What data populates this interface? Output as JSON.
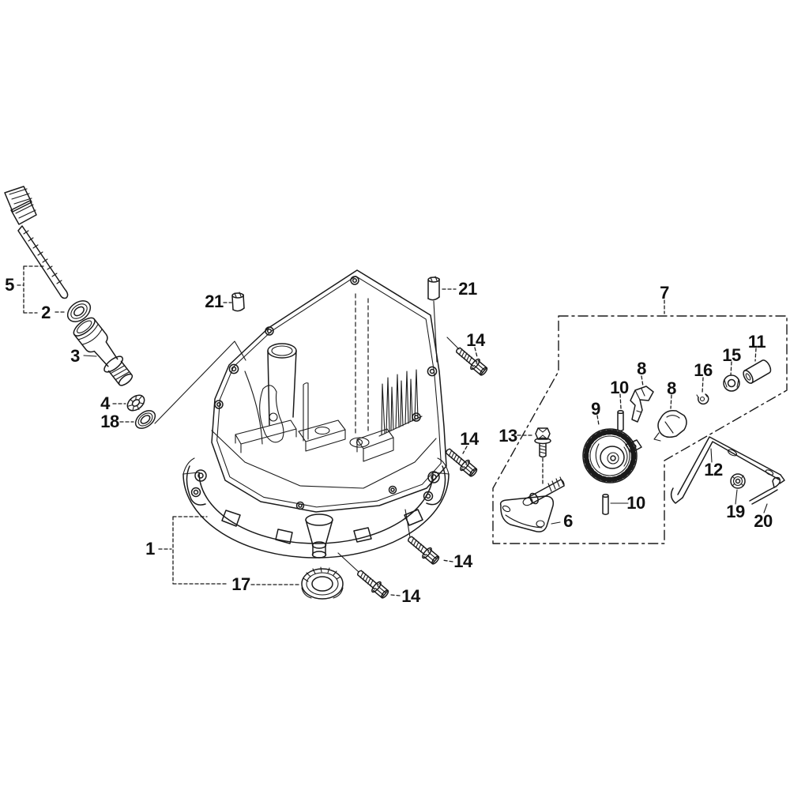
{
  "diagram": {
    "background_color": "#ffffff",
    "line_color": "#1a1a1a",
    "callouts": [
      {
        "text": "5"
      },
      {
        "text": "2"
      },
      {
        "text": "3"
      },
      {
        "text": "4"
      },
      {
        "text": "18"
      },
      {
        "text": "21"
      },
      {
        "text": "21"
      },
      {
        "text": "14"
      },
      {
        "text": "14"
      },
      {
        "text": "14"
      },
      {
        "text": "14"
      },
      {
        "text": "1"
      },
      {
        "text": "17"
      },
      {
        "text": "7"
      },
      {
        "text": "13"
      },
      {
        "text": "6"
      },
      {
        "text": "9"
      },
      {
        "text": "10"
      },
      {
        "text": "10"
      },
      {
        "text": "8"
      },
      {
        "text": "8"
      },
      {
        "text": "16"
      },
      {
        "text": "15"
      },
      {
        "text": "11"
      },
      {
        "text": "12"
      },
      {
        "text": "19"
      },
      {
        "text": "20"
      }
    ]
  }
}
